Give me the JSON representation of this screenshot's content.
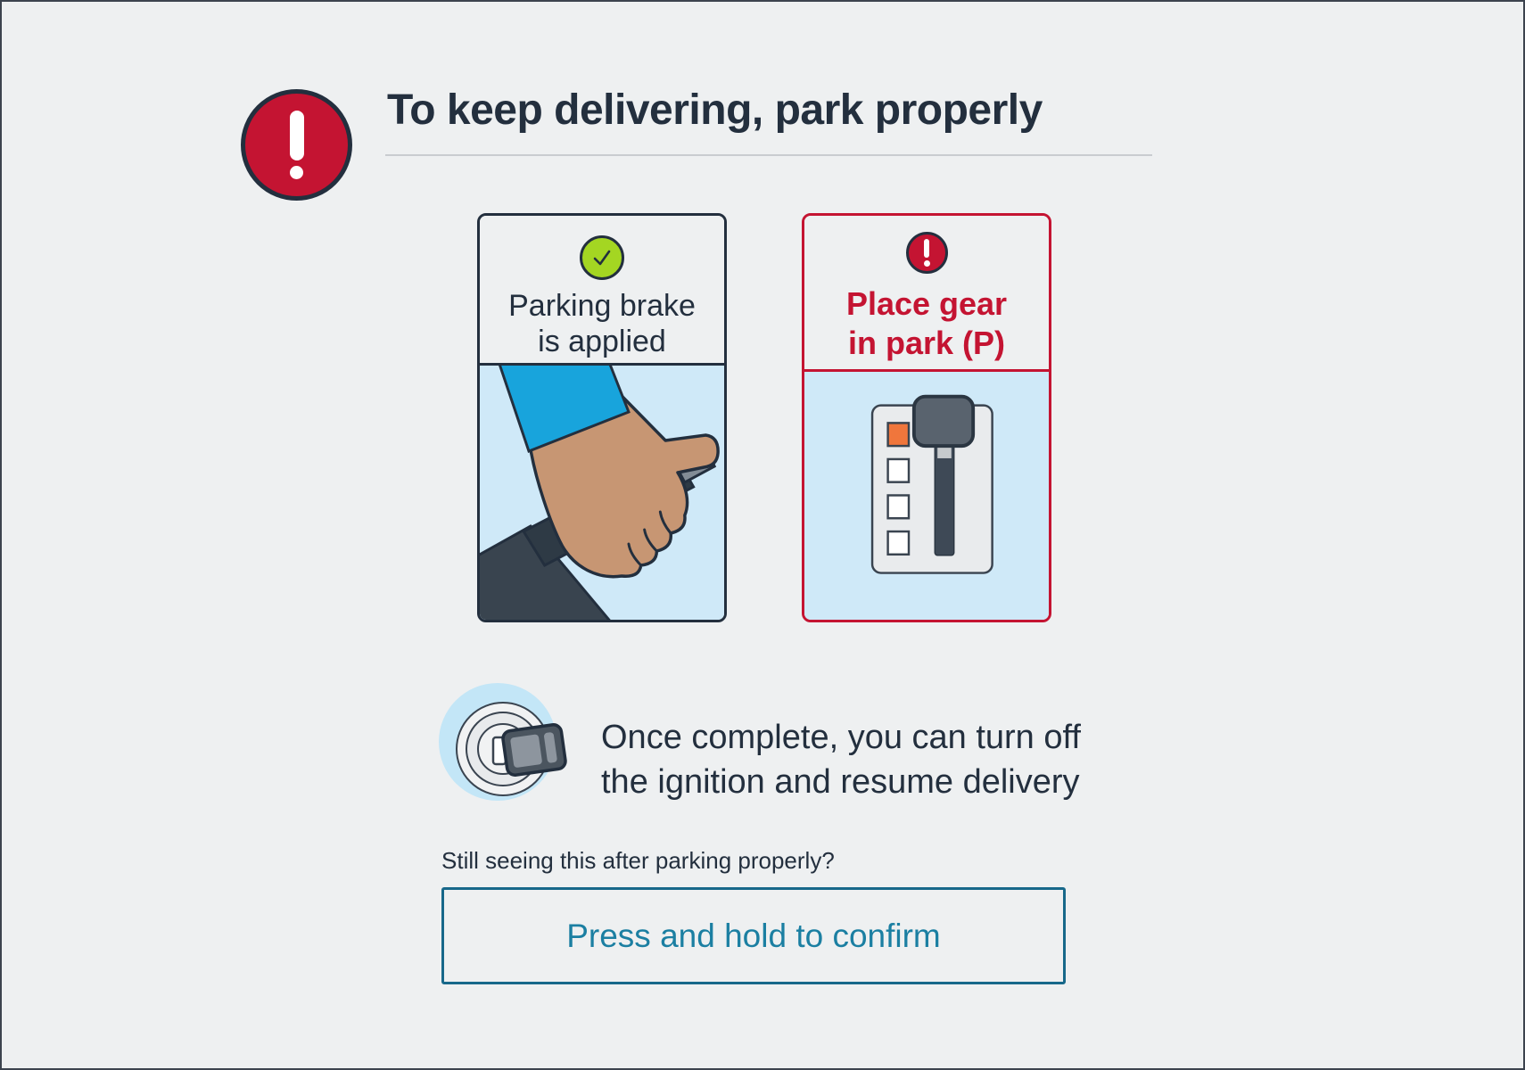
{
  "window": {
    "background": "#eef0f1",
    "frame_border": "#3c434e"
  },
  "header": {
    "title": "To keep delivering, park properly",
    "alert_icon": "exclamation-circle",
    "alert_color": "#c41432"
  },
  "cards": [
    {
      "id": "parking-brake",
      "status": "done",
      "icon": "check-circle",
      "icon_color": "#a4d622",
      "line1": "Parking brake",
      "line2": "is applied",
      "border_color": "#232f3e",
      "illustration": "hand-pulling-parking-brake"
    },
    {
      "id": "gear-park",
      "status": "required",
      "icon": "exclamation-circle",
      "icon_color": "#c41432",
      "line1": "Place gear",
      "line2": "in park (P)",
      "border_color": "#c41432",
      "illustration": "gear-shifter-in-park"
    }
  ],
  "info": {
    "icon": "ignition-key-icon",
    "line1": "Once complete, you can turn off",
    "line2": "the ignition and resume delivery"
  },
  "footer": {
    "question": "Still seeing this after parking properly?",
    "confirm_button": "Press and hold to confirm",
    "button_text_color": "#1b7fa2",
    "button_border_color": "#17688a"
  }
}
